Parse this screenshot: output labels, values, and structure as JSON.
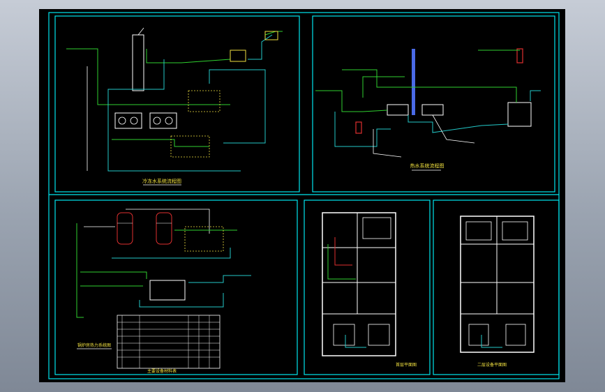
{
  "colors": {
    "background_outer": "#9aa3b0",
    "sheet": "#000000",
    "frame": "#00e5ee",
    "pipe_green": "#2fd02f",
    "pipe_cyan": "#23c9c9",
    "label_yellow": "#f0e040",
    "label_white": "#ffffff",
    "equipment_red": "#e03030",
    "equipment_blue": "#4a6ae6"
  },
  "panels": {
    "top_left": {
      "title": "冷冻水系统流程图"
    },
    "top_right": {
      "title": "热水系统流程图"
    },
    "bottom_left": {
      "title": "锅炉房热力系统图",
      "table_title": "主要设备材料表"
    },
    "bottom_mid": {
      "title": "首层平面图"
    },
    "bottom_right": {
      "title": "二层设备平面图"
    }
  },
  "icons": {
    "tank": "vertical-tank-icon",
    "chiller": "chiller-unit-icon",
    "cooling_tower": "cooling-tower-icon",
    "pump": "pump-icon",
    "valve": "valve-icon"
  }
}
